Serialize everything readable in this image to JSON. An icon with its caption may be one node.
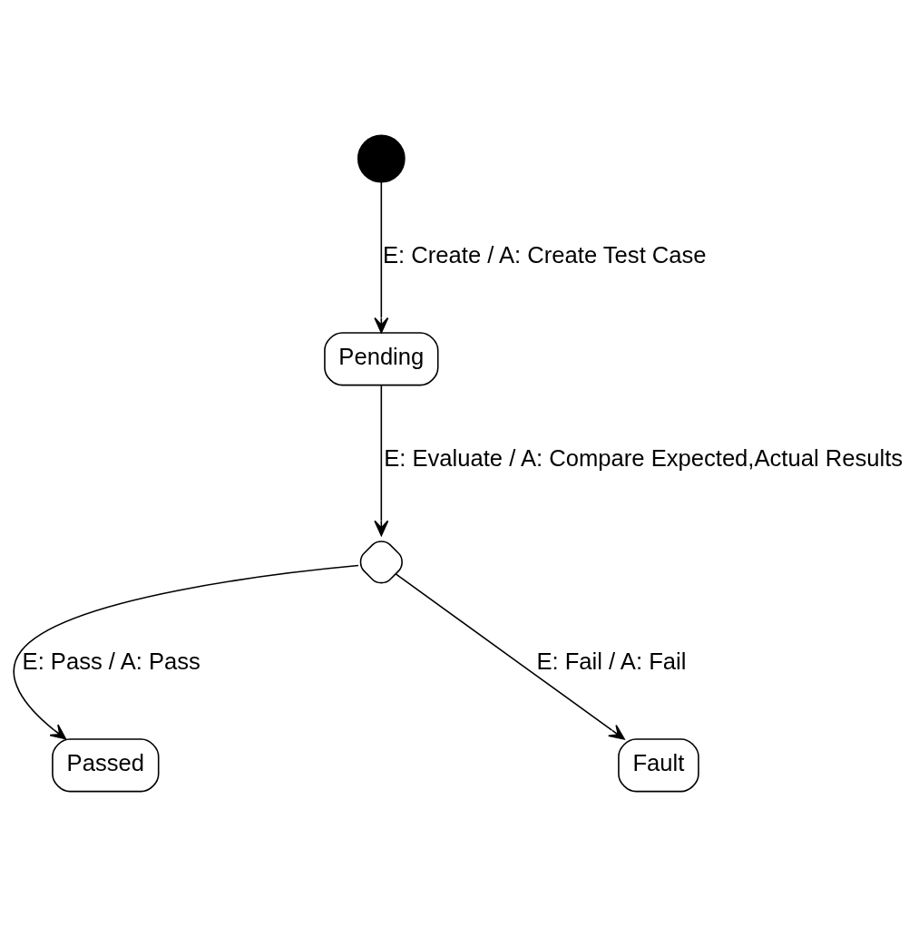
{
  "diagram": {
    "nodes": [
      {
        "text": [],
        "shape": "circle"
      },
      {
        "text": [
          "Pending"
        ]
      },
      {
        "text": [],
        "shape": "diamond"
      },
      {
        "text": [
          "Passed"
        ]
      },
      {
        "text": [
          "Fault"
        ]
      }
    ],
    "edges": [
      {
        "from": 0,
        "to": 1,
        "arrow": "to",
        "label": "E: Create / A: Create Test Case"
      },
      {
        "from": 1,
        "to": 2,
        "arrow": "to",
        "label": "E: Evaluate / A: Compare Expected,Actual Results"
      },
      {
        "from": 2,
        "to": 3,
        "arrow": "to",
        "label": "E: Pass / A: Pass"
      },
      {
        "from": 2,
        "to": 4,
        "arrow": "to",
        "label": "E: Fail / A: Fail"
      }
    ]
  }
}
